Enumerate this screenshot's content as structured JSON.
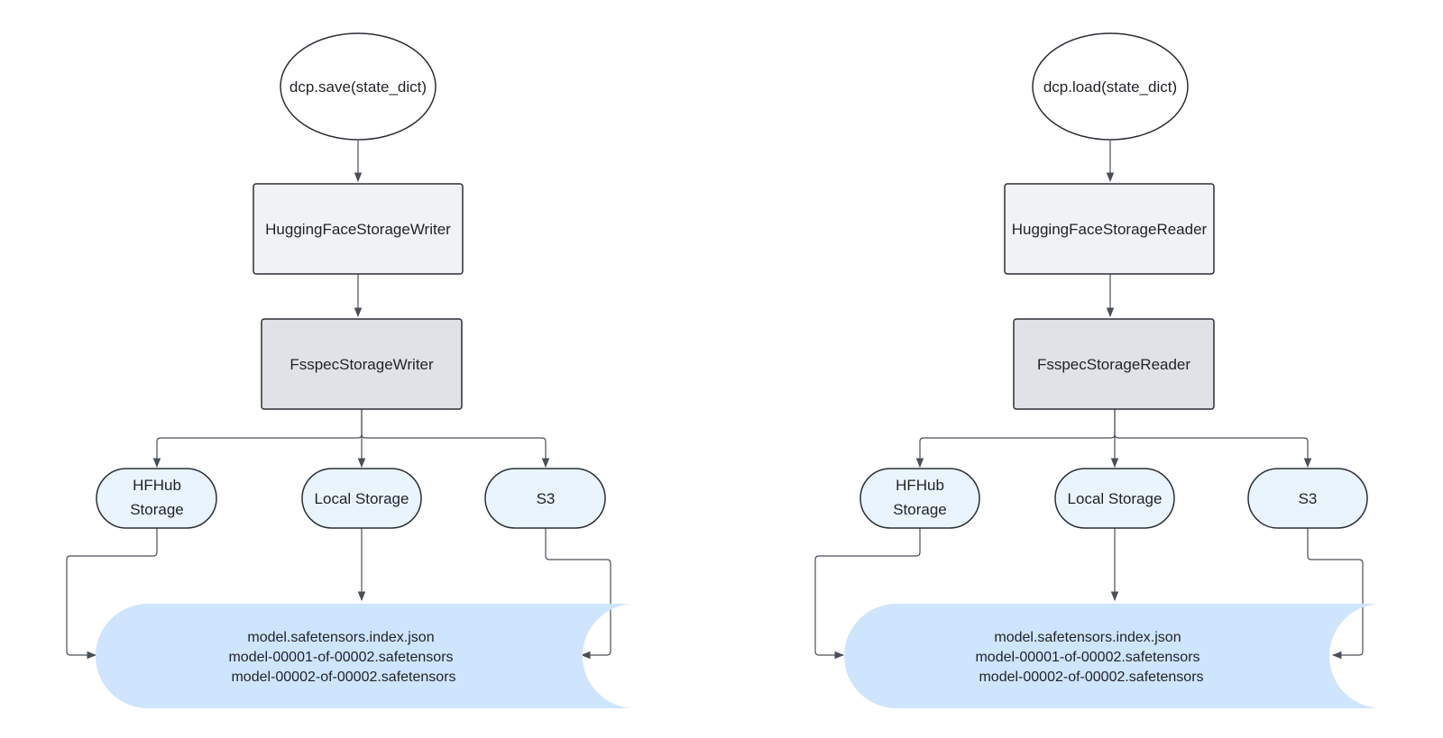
{
  "colors": {
    "stroke": "#2b2f36",
    "edge": "#4a4f57",
    "wrapper_fill": "#f1f2f4",
    "fsspec_fill": "#dfe2e6",
    "backend_fill": "#eaf4ff",
    "files_fill": "#cfe4fd",
    "background": "#ffffff"
  },
  "left": {
    "entry": "dcp.save(state_dict)",
    "wrapper": "HuggingFaceStorageWriter",
    "fsspec": "FsspecStorageWriter",
    "backends": [
      {
        "line1": "HFHub",
        "line2": "Storage"
      },
      {
        "line1": "Local Storage",
        "line2": ""
      },
      {
        "line1": "S3",
        "line2": ""
      }
    ],
    "files": [
      "model.safetensors.index.json",
      "model-00001-of-00002.safetensors",
      "model-00002-of-00002.safetensors"
    ]
  },
  "right": {
    "entry": "dcp.load(state_dict)",
    "wrapper": "HuggingFaceStorageReader",
    "fsspec": "FsspecStorageReader",
    "backends": [
      {
        "line1": "HFHub",
        "line2": "Storage"
      },
      {
        "line1": "Local Storage",
        "line2": ""
      },
      {
        "line1": "S3",
        "line2": ""
      }
    ],
    "files": [
      "model.safetensors.index.json",
      "model-00001-of-00002.safetensors",
      "model-00002-of-00002.safetensors"
    ]
  }
}
